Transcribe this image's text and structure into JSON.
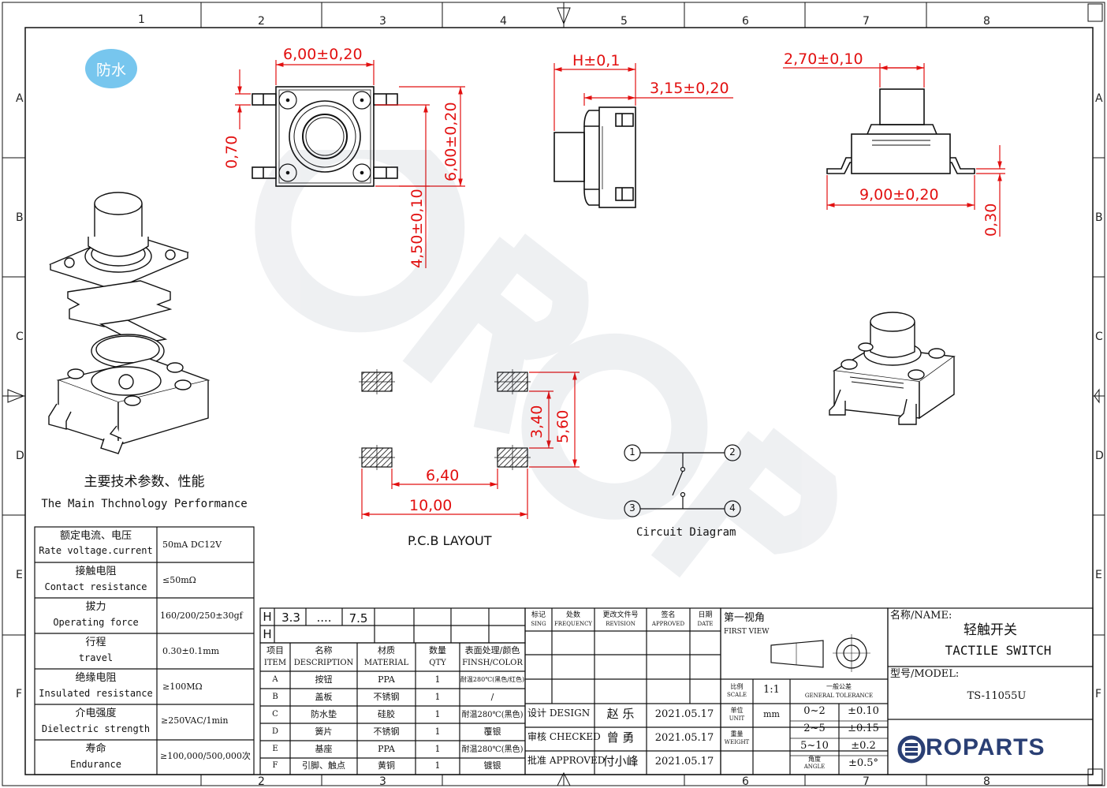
{
  "border": {
    "columns": [
      "1",
      "2",
      "3",
      "4",
      "5",
      "6",
      "7",
      "8"
    ],
    "rows": [
      "A",
      "B",
      "C",
      "D",
      "E",
      "F"
    ]
  },
  "badge": "防水",
  "dimensions": {
    "top_width": "6,00±0,20",
    "top_height": "6,00±0,20",
    "top_pin": "0,70",
    "top_total": "4,50±0,10",
    "side_h": "H±0,1",
    "side_315": "3,15±0,20",
    "right_270": "2,70±0,10",
    "right_900": "9,00±0,20",
    "right_030": "0,30",
    "pcb_340": "3,40",
    "pcb_560": "5,60",
    "pcb_640": "6,40",
    "pcb_1000": "10,00"
  },
  "labels": {
    "pcb_layout": "P.C.B LAYOUT",
    "circuit_diagram": "Circuit Diagram",
    "pins": [
      "1",
      "2",
      "3",
      "4"
    ]
  },
  "performance": {
    "title_cn": "主要技术参数、性能",
    "title_en": "The Main Thchnology Performance",
    "rows": [
      {
        "cn": "额定电流、电压",
        "en": "Rate voltage.current",
        "value": "50mA DC12V"
      },
      {
        "cn": "接触电阻",
        "en": "Contact resistance",
        "value": "≤50mΩ"
      },
      {
        "cn": "拔力",
        "en": "Operating force",
        "value": "160/200/250±30gf"
      },
      {
        "cn": "行程",
        "en": "travel",
        "value": "0.30±0.1mm"
      },
      {
        "cn": "绝缘电阻",
        "en": "Insulated resistance",
        "value": "≥100MΩ"
      },
      {
        "cn": "介电强度",
        "en": "Dielectric strength",
        "value": "≥250VAC/1min"
      },
      {
        "cn": "寿命",
        "en": "Endurance",
        "value": "≥100,000/500,000次"
      }
    ]
  },
  "h_rows": {
    "h1": "H",
    "v1": "3.3",
    "v2": "....",
    "v3": "7.5",
    "h2": "H"
  },
  "bom": {
    "headers": [
      {
        "cn": "项目",
        "en": "ITEM"
      },
      {
        "cn": "名称",
        "en": "DESCRIPTION"
      },
      {
        "cn": "材质",
        "en": "MATERIAL"
      },
      {
        "cn": "数量",
        "en": "QTY"
      },
      {
        "cn": "表面处理/颜色",
        "en": "FINSH/COLOR"
      }
    ],
    "rows": [
      [
        "A",
        "按钮",
        "PPA",
        "1",
        "耐温280℃(黑色/红色)"
      ],
      [
        "B",
        "盖板",
        "不锈钢",
        "1",
        "/"
      ],
      [
        "C",
        "防水垫",
        "硅胶",
        "1",
        "耐温280℃(黑色)"
      ],
      [
        "D",
        "簧片",
        "不锈钢",
        "1",
        "覆银"
      ],
      [
        "E",
        "基座",
        "PPA",
        "1",
        "耐温280℃(黑色)"
      ],
      [
        "F",
        "引脚、触点",
        "黄铜",
        "1",
        "镀银"
      ]
    ]
  },
  "revision": {
    "headers": [
      {
        "cn": "标记",
        "en": "SING"
      },
      {
        "cn": "处数",
        "en": "FREQUENCY"
      },
      {
        "cn": "更改文件号",
        "en": "REVISION"
      },
      {
        "cn": "签名",
        "en": "APPROVED"
      },
      {
        "cn": "日期",
        "en": "DATE"
      }
    ]
  },
  "signoff": [
    {
      "role": "设计 DESIGN",
      "name": "赵 乐",
      "date": "2021.05.17"
    },
    {
      "role": "审核 CHECKED",
      "name": "曾 勇",
      "date": "2021.05.17"
    },
    {
      "role": "批准 APPROVED",
      "name": "付小峰",
      "date": "2021.05.17"
    }
  ],
  "view": {
    "cn": "第一视角",
    "en": "FIRST VIEW"
  },
  "scale": {
    "cn": "比例",
    "en": "SCALE",
    "value": "1:1"
  },
  "unit": {
    "cn": "单位",
    "en": "UNIT",
    "value": "mm"
  },
  "weight": {
    "cn": "重量",
    "en": "WEIGHT"
  },
  "angle": {
    "cn": "角度",
    "en": "ANGLE"
  },
  "tolerance": {
    "title_cn": "一般公差",
    "title_en": "GENERAL TOLERANCE",
    "rows": [
      [
        "0~2",
        "±0.10"
      ],
      [
        "2~5",
        "±0.15"
      ],
      [
        "5~10",
        "±0.2"
      ],
      [
        "",
        "±0.5°"
      ]
    ]
  },
  "title_block": {
    "name_label": "名称/NAME:",
    "name_cn": "轻触开关",
    "name_en": "TACTILE SWITCH",
    "model_label": "型号/MODEL:",
    "model": "TS-11055U"
  },
  "brand": "ROPARTS",
  "colors": {
    "dimension": "#e21010",
    "badge": "#77c6ee",
    "brand": "#2a3f74"
  }
}
